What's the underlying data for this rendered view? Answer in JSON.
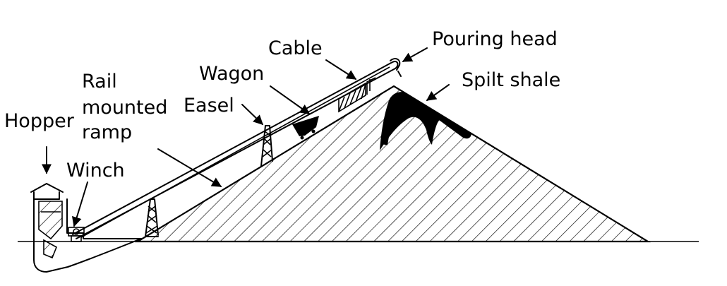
{
  "labels": {
    "pouring_head": "Pouring head",
    "cable": "Cable",
    "wagon": "Wagon",
    "spilt_shale": "Spilt shale",
    "rail_line1": "Rail",
    "rail_line2": "mounted",
    "rail_line3": "ramp",
    "easel": "Easel",
    "hopper": "Hopper",
    "winch": "Winch"
  },
  "colors": {
    "ink": "#000000",
    "background": "#ffffff"
  }
}
